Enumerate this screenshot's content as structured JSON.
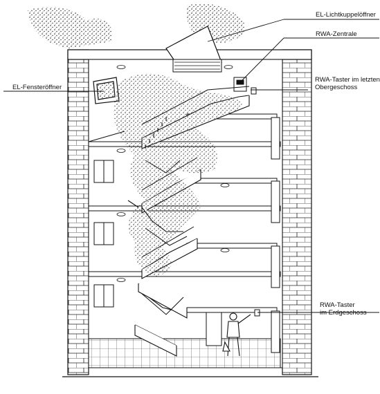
{
  "labels": {
    "lichtkuppel": "EL-Lichtkuppelöffner",
    "zentrale": "RWA-Zentrale",
    "fenster": "EL-Fensteröffner",
    "taster_og": "RWA-Taster im letzten\nObergeschoss",
    "taster_eg": "RWA-Taster\nim Erdgeschoss"
  },
  "colors": {
    "ink": "#111111",
    "wall": "#f4f4f4",
    "floor": "#ffffff"
  }
}
